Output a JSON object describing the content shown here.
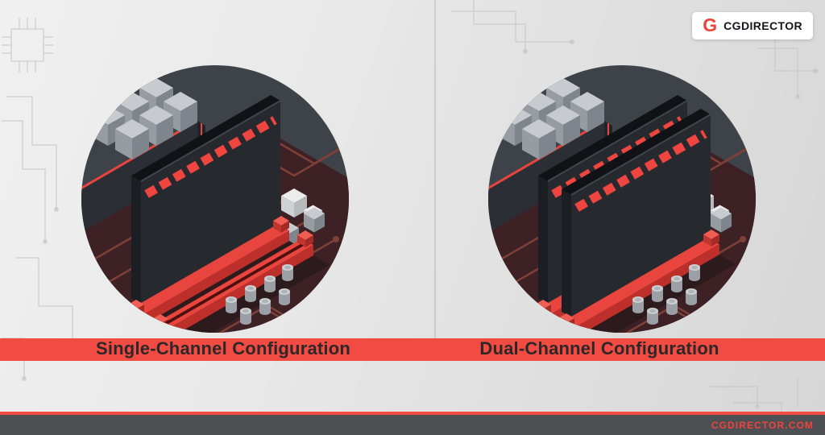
{
  "header": {
    "logo": {
      "icon_letter": "G",
      "brand": "CGDIRECTOR"
    }
  },
  "panels": [
    {
      "id": "single-channel",
      "label": "Single-Channel Configuration",
      "ram_modules_installed": 1,
      "ram_slots_shown": 2
    },
    {
      "id": "dual-channel",
      "label": "Dual-Channel Configuration",
      "ram_modules_installed": 2,
      "ram_slots_shown": 2
    }
  ],
  "footer": {
    "website": "CGDIRECTOR.COM"
  },
  "colors": {
    "accent_red": "#e8453e",
    "banner_red": "#f14b43",
    "caption_text": "#2d2728",
    "circle_background": "#3e4349",
    "pcb_maroon": "#3d2124",
    "trace_red": "#7e4037",
    "footer_bar_gray": "#4e4f52",
    "background_gray": "#e5e5e5"
  }
}
